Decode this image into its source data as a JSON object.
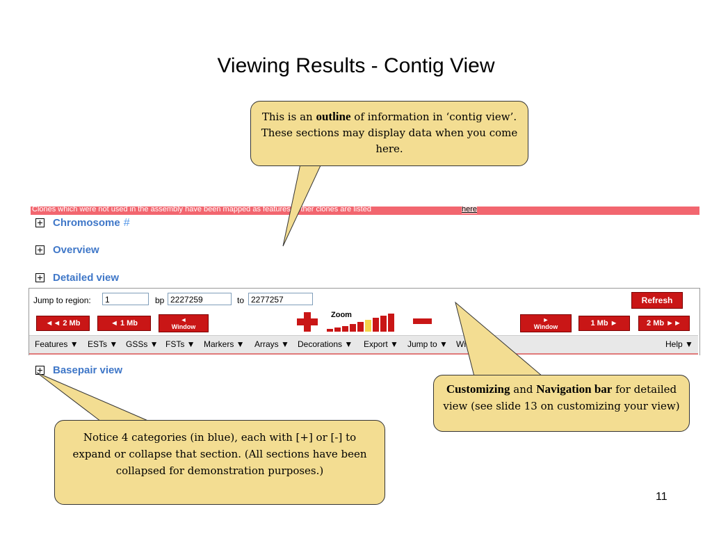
{
  "slide": {
    "title": "Viewing Results - Contig View",
    "page_number": "11"
  },
  "notice": {
    "text": "Clones which were not used in the assembly have been mapped as features. Other clones are listed",
    "link": "here"
  },
  "sections": {
    "chromosome": "Chromosome",
    "chromosome_hash": "#",
    "overview": "Overview",
    "detailed": "Detailed view",
    "basepair": "Basepair view"
  },
  "nav": {
    "jump_label": "Jump to region:",
    "jump_value": "1",
    "bp_label": "bp",
    "bp_value": "2227259",
    "to_label": "to",
    "to_value": "2277257",
    "refresh": "Refresh",
    "back_2mb": "◄◄ 2 Mb",
    "back_1mb": "◄ 1 Mb",
    "back_window": "◄",
    "window_label": "Window",
    "zoom_label": "Zoom",
    "zoom_plus": "+",
    "zoom_minus": "−",
    "fwd_window": "►",
    "fwd_1mb": "1 Mb ►",
    "fwd_2mb": "2 Mb ►►"
  },
  "menu": {
    "features": "Features ▼",
    "ests": "ESTs ▼",
    "gsss": "GSSs ▼",
    "fsts": "FSTs ▼",
    "markers": "Markers ▼",
    "arrays": "Arrays ▼",
    "decorations": "Decorations ▼",
    "export": "Export ▼",
    "jump_to": "Jump to ▼",
    "window_partial": "Wi",
    "help": "Help ▼"
  },
  "callouts": {
    "outline_pre": "This is an ",
    "outline_bold": "outline",
    "outline_post": " of information in ‘contig view’.  These sections may display data when you come here.",
    "nav_bold1": "Customizing",
    "nav_and": " and ",
    "nav_bold2": "Navigation bar",
    "nav_rest": " for detailed view (see slide 13 on customizing your view)",
    "categories": "Notice 4 categories (in blue), each with [+] or [-] to expand or collapse that section.  (All sections have been collapsed for demonstration purposes.)"
  },
  "colors": {
    "section_blue": "#3f77c8",
    "button_red": "#c91616",
    "notice_bar": "#f2666f",
    "callout_fill": "#f3dd92"
  }
}
